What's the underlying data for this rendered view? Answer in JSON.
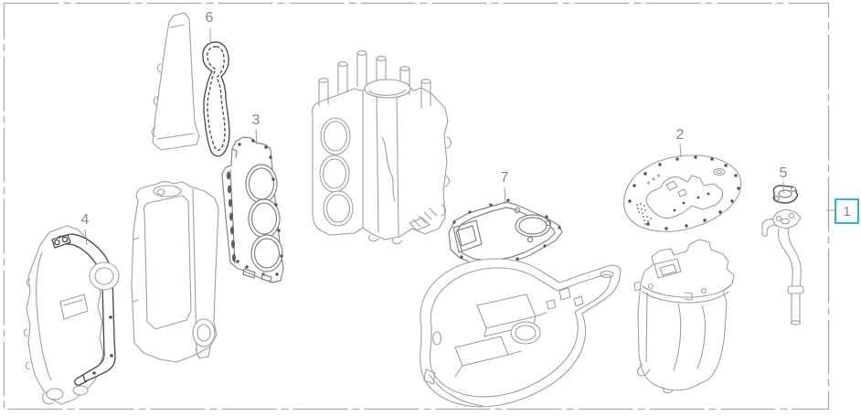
{
  "diagram": {
    "type": "exploded-parts-diagram",
    "background": "#ffffff",
    "colors": {
      "outline_light": "#9aa0a5",
      "outline_medium": "#80858a",
      "outline_dark": "#4e5256",
      "border_dash": "#a9acaf",
      "label_text": "#85888c",
      "leader_line": "#9a9da0",
      "highlight_box_border": "#35b6c8"
    },
    "callouts": {
      "1": {
        "label": "1",
        "boxed": true
      },
      "2": {
        "label": "2",
        "boxed": false
      },
      "3": {
        "label": "3",
        "boxed": false
      },
      "4": {
        "label": "4",
        "boxed": false
      },
      "5": {
        "label": "5",
        "boxed": false
      },
      "6": {
        "label": "6",
        "boxed": false
      },
      "7": {
        "label": "7",
        "boxed": false
      }
    },
    "figures": [
      "exhaust-cover-plate",
      "long-seal-gasket",
      "cylinder-head",
      "head-cover",
      "head-cover-gasket",
      "cylinder-head-gasket",
      "cylinder-block",
      "crankcase-cover-gasket",
      "drive-plate-gasket",
      "oil-strainer-gasket-and-pipe",
      "upper-casing-pan",
      "oil-pan"
    ]
  }
}
